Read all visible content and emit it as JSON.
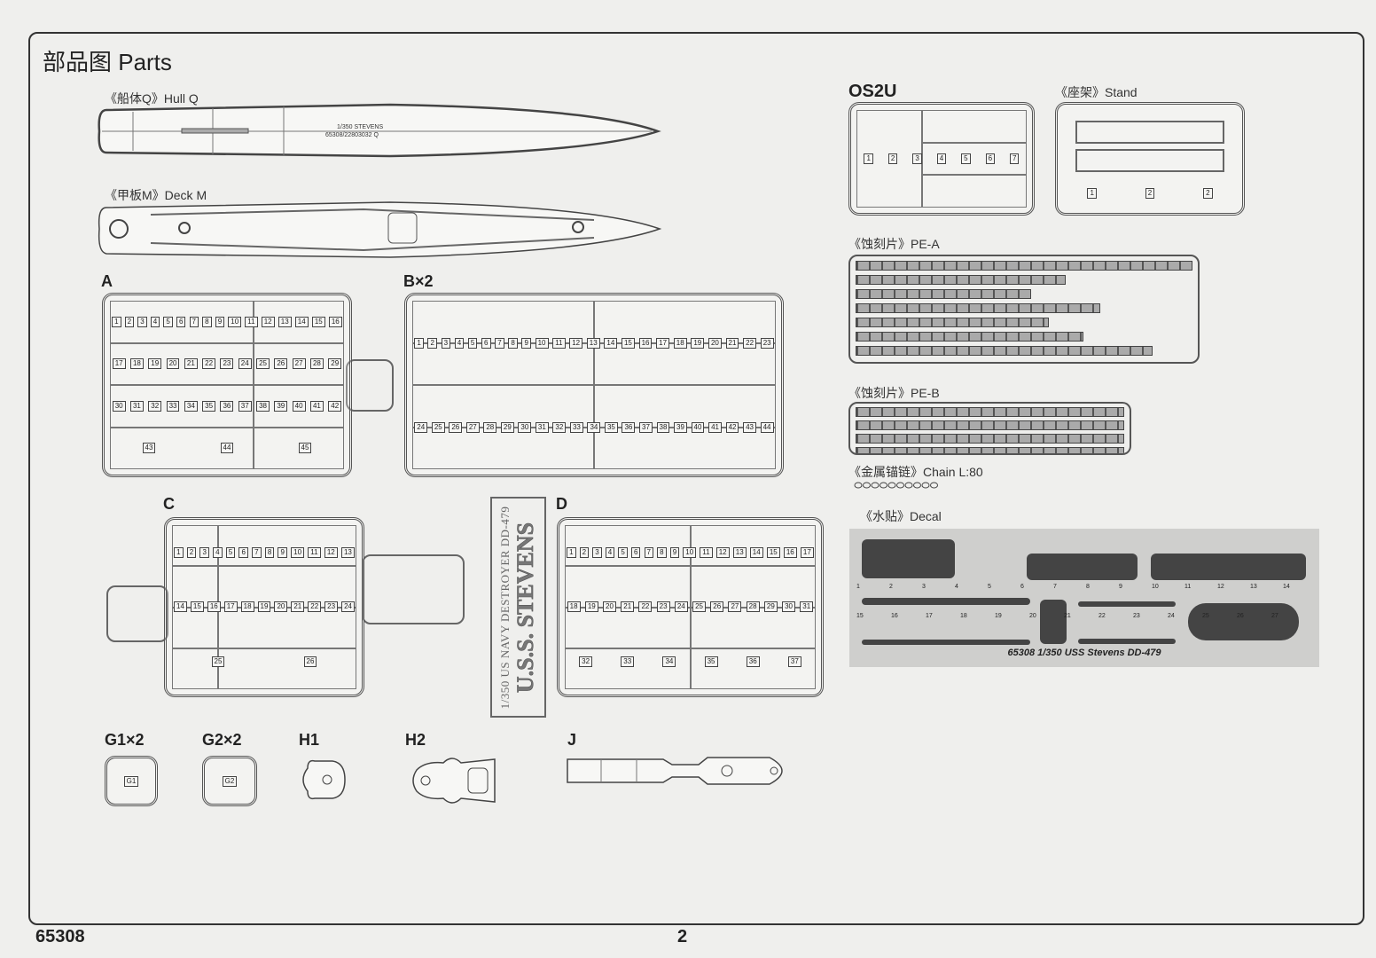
{
  "page": {
    "title": "部品图 Parts",
    "code": "65308",
    "page_number": "2"
  },
  "hull": {
    "label": "《船体Q》Hull Q",
    "text_1": "1/350 STEVENS",
    "text_2": "65308/22803032 Q"
  },
  "deck": {
    "label": "《甲板M》Deck M"
  },
  "sprues": {
    "A": {
      "label": "A",
      "part_numbers": [
        "1",
        "2",
        "3",
        "4",
        "5",
        "6",
        "7",
        "8",
        "9",
        "10",
        "11",
        "12",
        "13",
        "14",
        "15",
        "16",
        "17",
        "18",
        "19",
        "20",
        "21",
        "22",
        "23",
        "24",
        "25",
        "26",
        "27",
        "28",
        "29",
        "30",
        "31",
        "32",
        "33",
        "34",
        "35",
        "36",
        "37",
        "38",
        "39",
        "40",
        "41",
        "42",
        "43",
        "44",
        "45"
      ]
    },
    "B": {
      "label": "B×2",
      "part_numbers": [
        "1",
        "2",
        "3",
        "4",
        "5",
        "6",
        "7",
        "8",
        "9",
        "10",
        "11",
        "12",
        "13",
        "14",
        "15",
        "16",
        "17",
        "18",
        "19",
        "20",
        "21",
        "22",
        "23",
        "24",
        "25",
        "26",
        "27",
        "28",
        "29",
        "30",
        "31",
        "32",
        "33",
        "34",
        "35",
        "36",
        "37",
        "38",
        "39",
        "40",
        "41",
        "42",
        "43",
        "44"
      ]
    },
    "C": {
      "label": "C",
      "part_numbers": [
        "1",
        "2",
        "3",
        "4",
        "5",
        "6",
        "7",
        "8",
        "9",
        "10",
        "11",
        "12",
        "13",
        "14",
        "15",
        "16",
        "17",
        "18",
        "19",
        "20",
        "21",
        "22",
        "23",
        "24",
        "25",
        "26"
      ]
    },
    "D": {
      "label": "D",
      "part_numbers": [
        "1",
        "2",
        "3",
        "4",
        "5",
        "6",
        "7",
        "8",
        "9",
        "10",
        "11",
        "12",
        "13",
        "14",
        "15",
        "16",
        "17",
        "18",
        "19",
        "20",
        "21",
        "22",
        "23",
        "24",
        "25",
        "26",
        "27",
        "28",
        "29",
        "30",
        "31",
        "32",
        "33",
        "34",
        "35",
        "36",
        "37"
      ]
    },
    "G1": {
      "label": "G1×2",
      "part_numbers": [
        "G1"
      ]
    },
    "G2": {
      "label": "G2×2",
      "part_numbers": [
        "G2"
      ]
    },
    "H1": {
      "label": "H1"
    },
    "H2": {
      "label": "H2"
    },
    "J": {
      "label": "J"
    },
    "OS2U": {
      "label": "OS2U",
      "part_numbers": [
        "1",
        "2",
        "3",
        "4",
        "5",
        "6",
        "7"
      ]
    },
    "Stand": {
      "label": "《座架》Stand",
      "part_numbers": [
        "1",
        "2",
        "2"
      ]
    }
  },
  "decal_box": {
    "line_1": "1/350 US NAVY DESTROYER DD-479",
    "line_2": "U.S.S. STEVENS"
  },
  "pe_a": {
    "label": "《蚀刻片》PE-A"
  },
  "pe_b": {
    "label": "《蚀刻片》PE-B"
  },
  "chain": {
    "label": "《金属锚链》Chain  L:80"
  },
  "decal": {
    "label": "《水贴》Decal",
    "sheet_title": "65308 1/350 USS Stevens DD-479",
    "numbers": [
      "1",
      "2",
      "3",
      "4",
      "5",
      "6",
      "7",
      "8",
      "9",
      "10",
      "11",
      "12",
      "13",
      "14",
      "15",
      "16",
      "17",
      "18",
      "19",
      "20",
      "21",
      "22",
      "23",
      "24",
      "25",
      "26",
      "27"
    ]
  }
}
